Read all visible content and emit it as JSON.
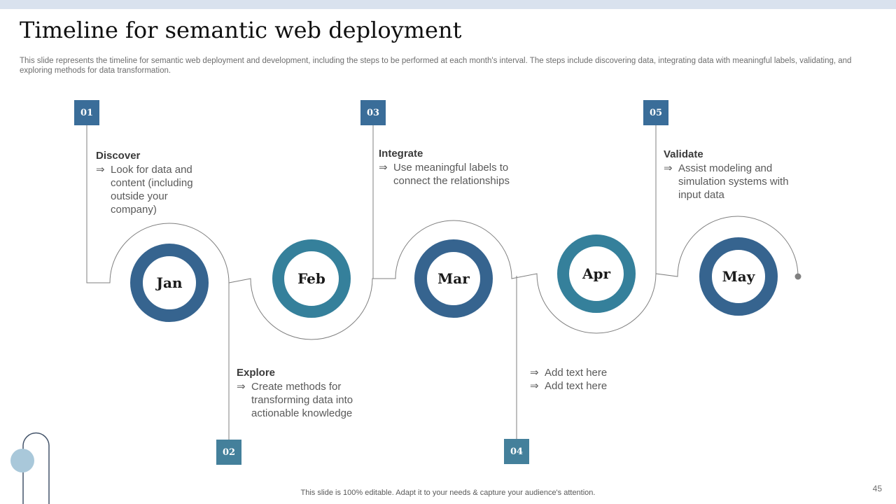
{
  "slide": {
    "title": "Timeline for semantic web deployment",
    "description": "This slide represents the timeline for semantic web deployment and development, including the steps to be performed at each month's interval. The steps include discovering data, integrating data with meaningful labels, validating, and exploring methods for data transformation.",
    "footer_note": "This slide is 100% editable. Adapt it to your needs & capture your audience's attention.",
    "page_number": "45"
  },
  "timeline": {
    "marker": "⇒",
    "steps": [
      {
        "number": "01",
        "month": "Jan",
        "heading": "Discover",
        "items": [
          "Look for data and content (including outside your company)"
        ]
      },
      {
        "number": "02",
        "month": "Feb",
        "heading": "Explore",
        "items": [
          "Create methods for transforming data into actionable knowledge"
        ]
      },
      {
        "number": "03",
        "month": "Mar",
        "heading": "Integrate",
        "items": [
          "Use meaningful labels to connect the relationships"
        ]
      },
      {
        "number": "04",
        "month": "Apr",
        "heading": "",
        "items": [
          "Add text here",
          "Add text here"
        ]
      },
      {
        "number": "05",
        "month": "May",
        "heading": "Validate",
        "items": [
          "Assist modeling and simulation systems with input data"
        ]
      }
    ]
  },
  "colors": {
    "accent_bar": "#d9e2ee",
    "ring_dark_blue": "#36648f",
    "ring_teal": "#35809b",
    "badge_dark_blue": "#3a6d99",
    "badge_teal": "#44809b",
    "connector_gray": "#7f7f7f",
    "decoration_blue": "#a9c8da",
    "body_text_gray": "#595959"
  }
}
